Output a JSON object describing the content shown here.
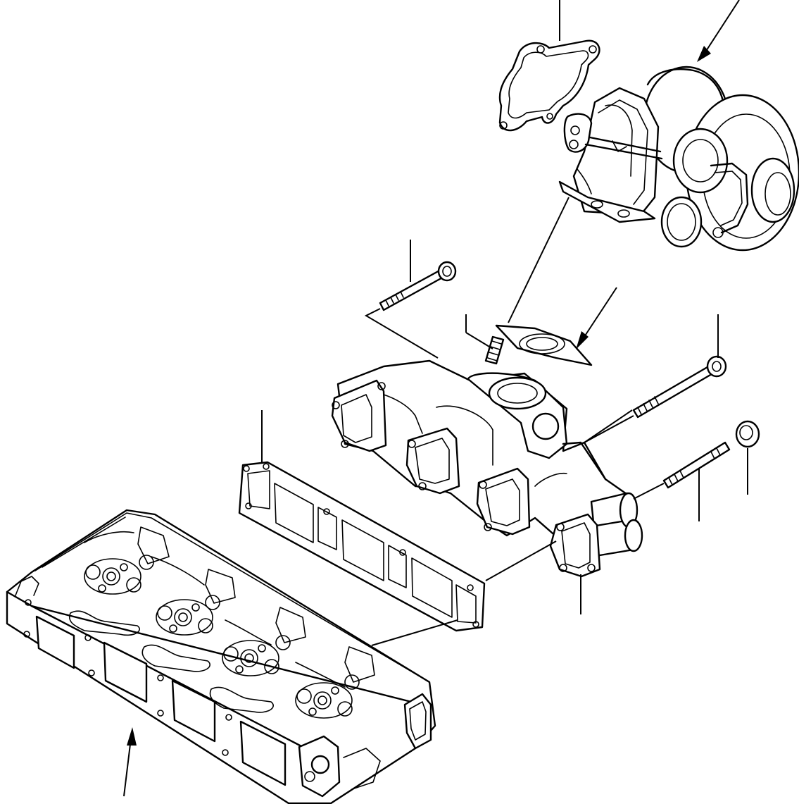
{
  "diagram": {
    "parts": [
      {
        "name": "turbocharger-gasket"
      },
      {
        "name": "turbocharger"
      },
      {
        "name": "manifold-bolt-short"
      },
      {
        "name": "stud"
      },
      {
        "name": "turbo-flange-gasket"
      },
      {
        "name": "long-bolt"
      },
      {
        "name": "exhaust-manifold"
      },
      {
        "name": "manifold-gasket"
      },
      {
        "name": "stud-bolt"
      },
      {
        "name": "flange-nut"
      },
      {
        "name": "inlet-flange-pipe"
      },
      {
        "name": "cylinder-head"
      }
    ]
  }
}
